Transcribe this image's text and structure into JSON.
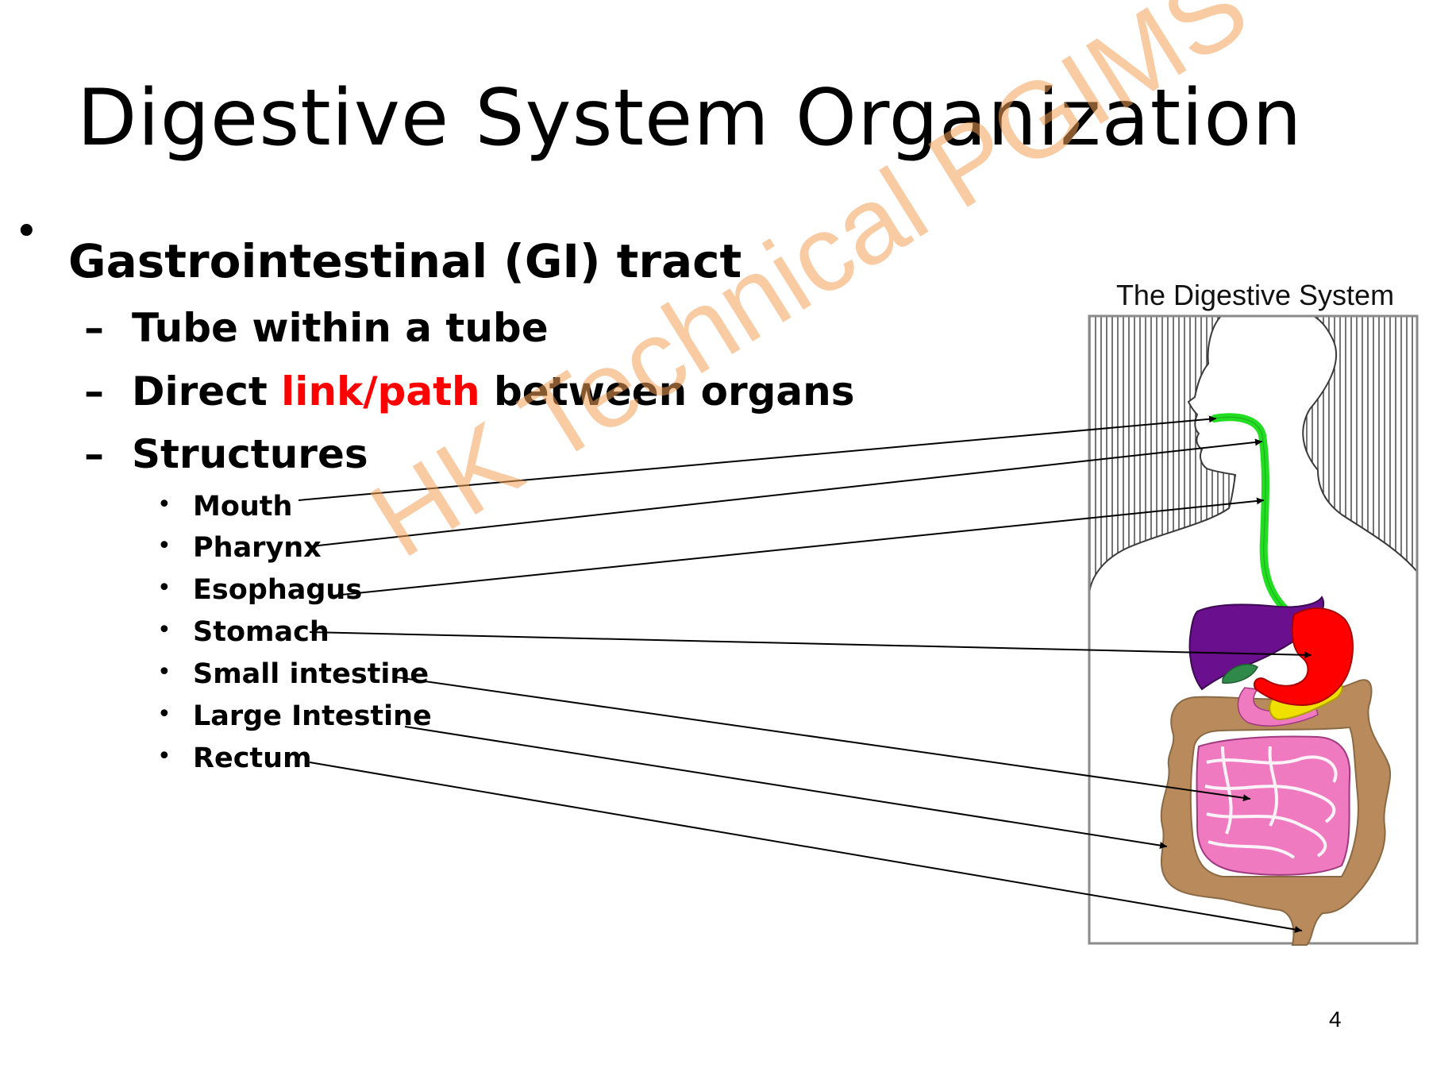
{
  "slide": {
    "title": "Digestive System Organization",
    "bullets": {
      "level1": "Gastrointestinal (GI) tract",
      "sub": {
        "tube": "Tube within a tube",
        "direct_prefix": "Direct ",
        "direct_highlight": "link/path",
        "direct_suffix": " between organs",
        "structures": "Structures"
      },
      "structures": [
        "Mouth",
        "Pharynx",
        "Esophagus",
        "Stomach",
        "Small intestine",
        "Large Intestine",
        "Rectum"
      ]
    },
    "figure_title": "The Digestive System",
    "watermark": "HK Technical PGIMS",
    "page_number": "4"
  },
  "colors": {
    "highlight": "#ff0000",
    "watermark": "#f4a058",
    "esophagus": "#22dd22",
    "liver": "#6a0f8e",
    "stomach": "#ff0000",
    "pancreas": "#f0e000",
    "large_intestine": "#b88a5c",
    "small_intestine": "#f07ac0",
    "gallbladder": "#2f8a4a"
  }
}
